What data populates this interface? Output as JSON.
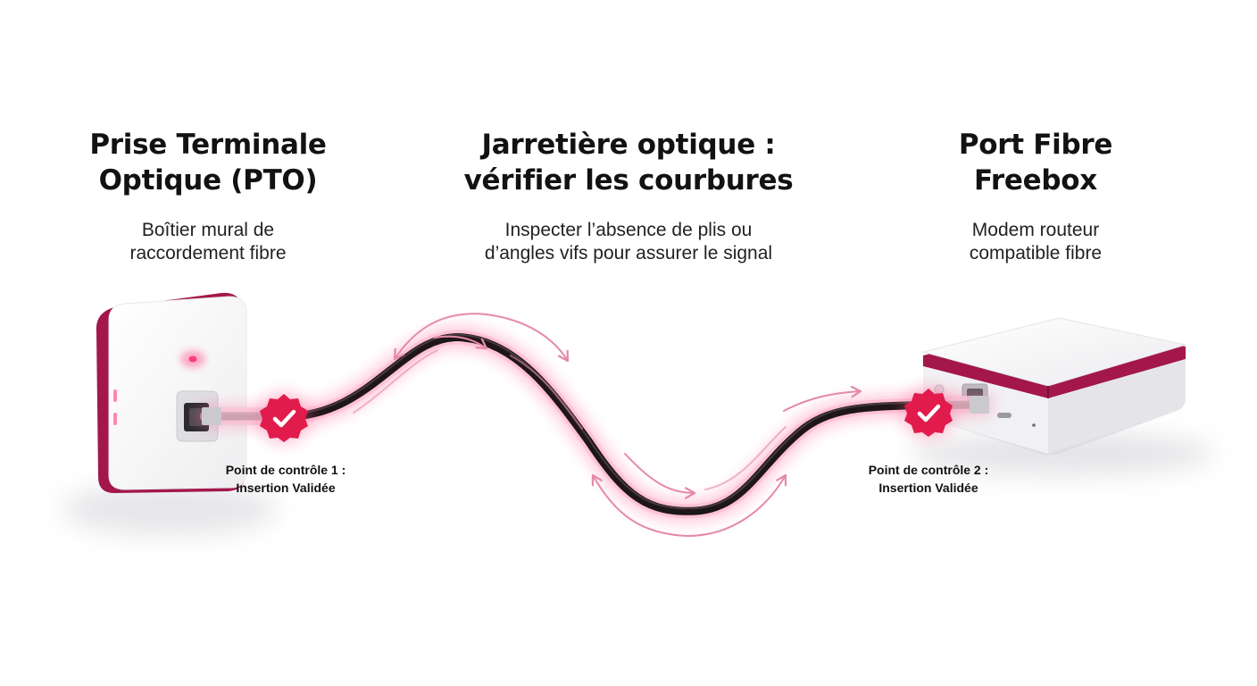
{
  "sections": {
    "pto": {
      "title_line1": "Prise Terminale",
      "title_line2": "Optique (PTO)",
      "sub_line1": "Boîtier mural de",
      "sub_line2": "raccordement fibre"
    },
    "cable": {
      "title_line1": "Jarretière optique :",
      "title_line2": "vérifier les courbures",
      "sub_line1": "Inspecter l’absence de plis ou",
      "sub_line2": "d’angles vifs pour assurer le signal"
    },
    "freebox": {
      "title_line1": "Port Fibre",
      "title_line2": "Freebox",
      "sub_line1": "Modem routeur",
      "sub_line2": "compatible fibre"
    }
  },
  "checkpoints": {
    "one": {
      "line1": "Point de contrôle 1 :",
      "line2": "Insertion Validée",
      "icon": "check-badge-icon"
    },
    "two": {
      "line1": "Point de contrôle 2 :",
      "line2": "Insertion Validée",
      "icon": "check-badge-icon"
    }
  },
  "colors": {
    "accent": "#a3174a",
    "badge": "#e21b4d",
    "glow": "#ff6b9a",
    "cable": "#1e1618",
    "arrow": "#e58aa6"
  }
}
